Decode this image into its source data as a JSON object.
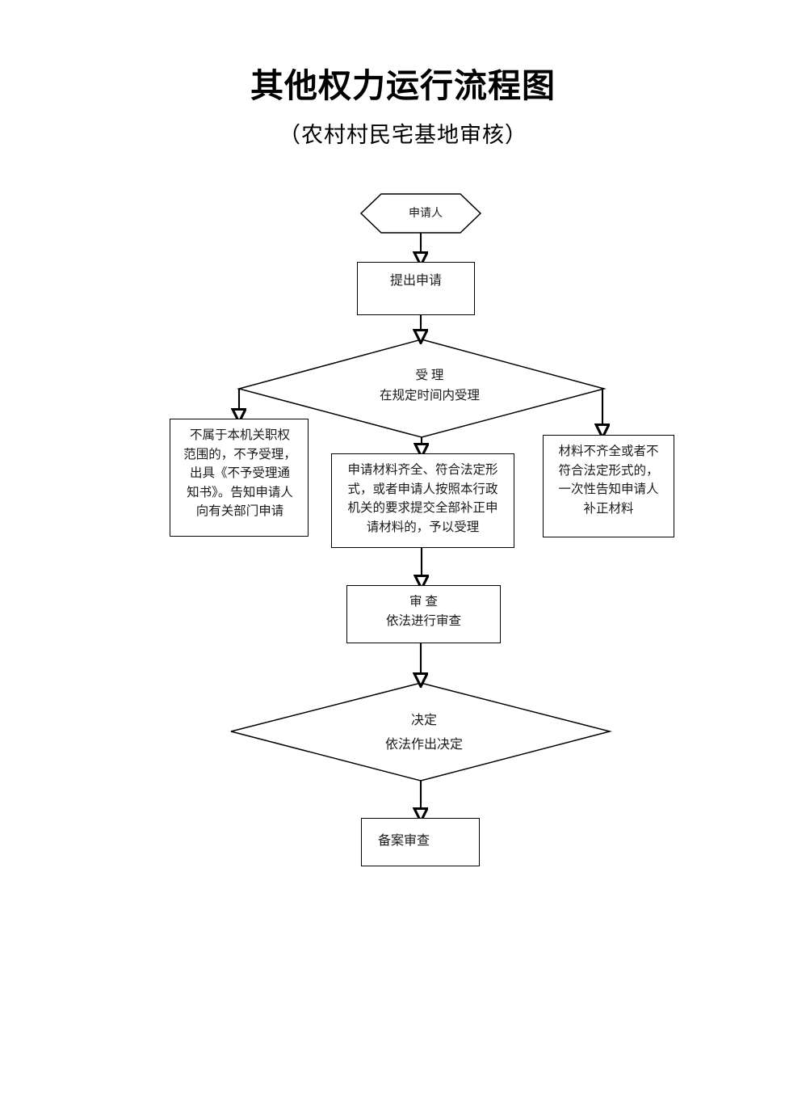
{
  "document": {
    "title": "其他权力运行流程图",
    "subtitle": "（农村村民宅基地审核）"
  },
  "flowchart": {
    "type": "flowchart",
    "orientation": "top-to-bottom",
    "nodes": [
      {
        "id": "applicant",
        "shape": "hexagon",
        "label": "申请人"
      },
      {
        "id": "submit",
        "shape": "rectangle",
        "label": "提出申请"
      },
      {
        "id": "accept",
        "shape": "diamond",
        "label": "受 理\n在规定时间内受理"
      },
      {
        "id": "out-of-scope",
        "shape": "rectangle",
        "label": "不属于本机关职权\n范围的，不予受理，\n出具《不予受理通\n知书》。告知申请人\n向有关部门申请"
      },
      {
        "id": "accepted",
        "shape": "rectangle",
        "label": "申请材料齐全、符合法定形\n式，或者申请人按照本行政\n机关的要求提交全部补正申\n请材料的，予以受理"
      },
      {
        "id": "incomplete",
        "shape": "rectangle",
        "label": "材料不齐全或者不\n符合法定形式的，\n一次性告知申请人\n补正材料"
      },
      {
        "id": "review",
        "shape": "rectangle",
        "label": "审 查\n依法进行审查"
      },
      {
        "id": "decision",
        "shape": "diamond",
        "label": "决定\n依法作出决定"
      },
      {
        "id": "filing",
        "shape": "rectangle",
        "label": "备案审查"
      }
    ],
    "edges": [
      {
        "from": "applicant",
        "to": "submit",
        "style": "arrow-down"
      },
      {
        "from": "submit",
        "to": "accept",
        "style": "arrow-down"
      },
      {
        "from": "accept",
        "to": "out-of-scope",
        "style": "arrow-down-left"
      },
      {
        "from": "accept",
        "to": "accepted",
        "style": "arrow-down"
      },
      {
        "from": "accept",
        "to": "incomplete",
        "style": "arrow-down-right"
      },
      {
        "from": "accepted",
        "to": "review",
        "style": "arrow-down"
      },
      {
        "from": "review",
        "to": "decision",
        "style": "arrow-down"
      },
      {
        "from": "decision",
        "to": "filing",
        "style": "arrow-down"
      }
    ]
  },
  "colors": {
    "page_background": "#ffffff",
    "stroke": "#000000",
    "text": "#1a1a1a"
  }
}
